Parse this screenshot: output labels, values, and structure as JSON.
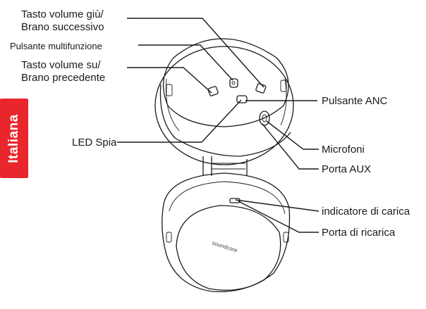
{
  "side_tab": {
    "text": "Italiana",
    "color": "#e8262b"
  },
  "labels": {
    "vol_down": [
      "Tasto volume giù/",
      "Brano successivo"
    ],
    "multifunction": "Pulsante multifunzione",
    "vol_up": [
      "Tasto volume su/",
      "Brano precedente"
    ],
    "led": "LED Spia",
    "anc": "Pulsante ANC",
    "mic": "Microfoni",
    "aux": "Porta AUX",
    "charge_indicator": "indicatore di carica",
    "charge_port": "Porta di ricarica"
  },
  "brand_mark": "soundcore"
}
